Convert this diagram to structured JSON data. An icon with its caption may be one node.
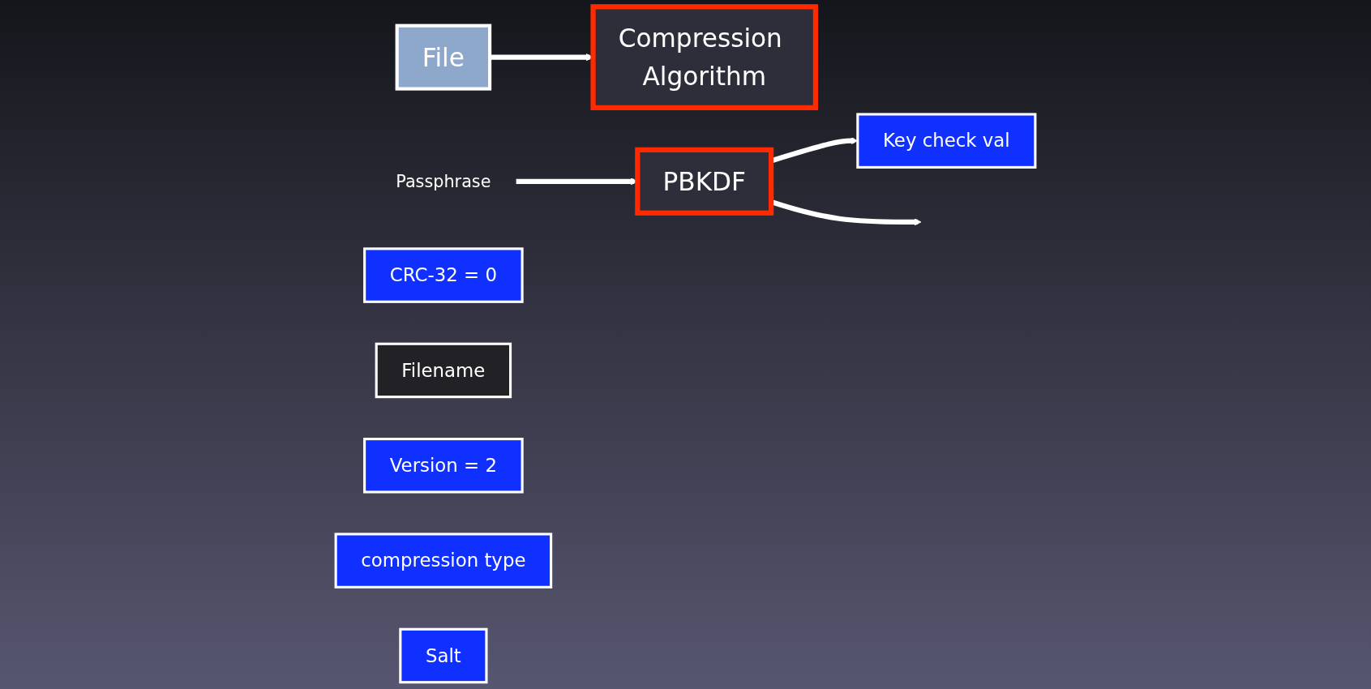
{
  "diagram": {
    "nodes": [
      {
        "text": [
          "File"
        ]
      },
      {
        "text": [
          "Compression Algorithm"
        ]
      },
      {
        "text": [
          "Passphrase"
        ]
      },
      {
        "text": [
          "PBKDF"
        ]
      },
      {
        "text": [
          "CRC-32 = 0"
        ]
      },
      {
        "text": [
          "Filename"
        ]
      },
      {
        "text": [
          "Version = 2"
        ]
      },
      {
        "text": [
          "compression type"
        ]
      },
      {
        "text": [
          "Salt"
        ]
      },
      {
        "text": [
          "Key check val"
        ]
      }
    ],
    "edges": [
      {
        "from": 0,
        "to": 1,
        "arrow": "to"
      },
      {
        "from": 2,
        "to": 3,
        "arrow": "to"
      },
      {
        "from": 3,
        "to": 9,
        "arrow": "to"
      },
      {
        "from": 3,
        "to": null,
        "arrow": "to"
      }
    ]
  }
}
